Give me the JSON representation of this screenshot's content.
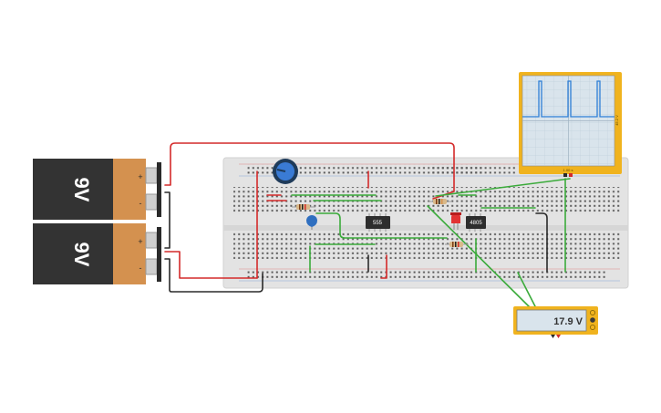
{
  "batteries": [
    {
      "label": "9V",
      "plus": "+",
      "minus": "-"
    },
    {
      "label": "9V",
      "plus": "+",
      "minus": "-"
    }
  ],
  "chips": {
    "timer": "555",
    "counter": "4805"
  },
  "oscilloscope": {
    "side_label": "45.2 V",
    "bottom_label": "1.00 s"
  },
  "multimeter": {
    "reading": "17.9 V"
  },
  "colors": {
    "wire_red": "#d42a2a",
    "wire_green": "#3bab3b",
    "wire_black": "#2a2a2a",
    "battery_body": "#333333",
    "battery_cap": "#d4914f",
    "breadboard": "#e3e3e3",
    "instrument_frame": "#f0b31e",
    "screen": "#d9e4ec",
    "trace": "#2f7fd7",
    "potentiometer": "#3a7bd5",
    "led": "#e23333",
    "chip": "#2d2d2d"
  },
  "icons": [
    "potentiometer-knob-icon",
    "led-icon",
    "capacitor-icon",
    "resistor-icon",
    "probe-icon"
  ]
}
